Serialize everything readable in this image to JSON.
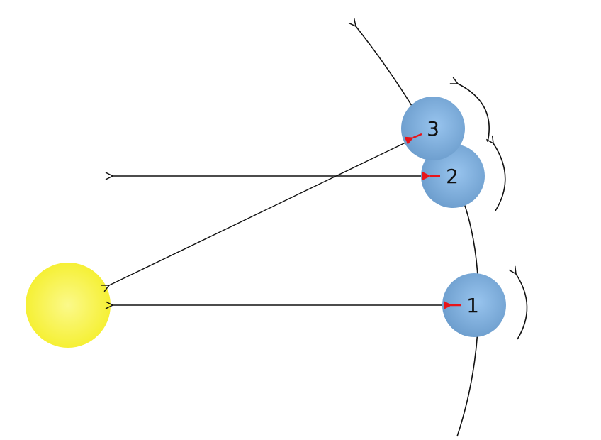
{
  "diagram": {
    "planets": [
      {
        "label": "1"
      },
      {
        "label": "2"
      },
      {
        "label": "3"
      }
    ],
    "colors": {
      "sun": "#f7f23a",
      "planet": "#7aaad8",
      "red_arrow": "#e8141a",
      "line": "#111111"
    }
  }
}
